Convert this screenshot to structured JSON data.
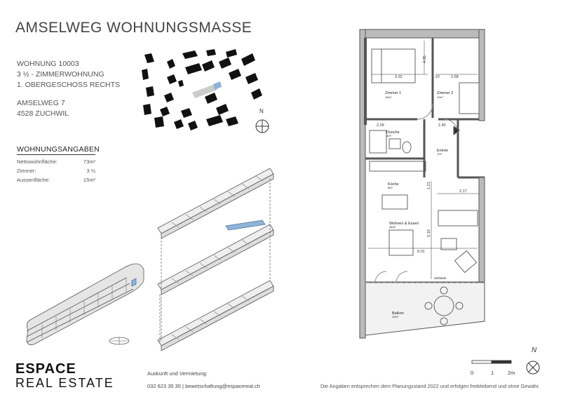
{
  "title": "AMSELWEG WOHNUNGSMASSE",
  "unit": {
    "number": "WOHNUNG 10003",
    "type": "3 ½ - ZIMMERWOHNUNG",
    "floor": "1. OBERGESCHOSS RECHTS",
    "street": "AMSELWEG 7",
    "city": "4528 ZUCHWIL"
  },
  "facts": {
    "heading": "WOHNUNGSANGABEN",
    "rows": [
      {
        "label": "Nettowohnfläche:",
        "value": "73m²"
      },
      {
        "label": "Zimmer:",
        "value": "3 ½"
      },
      {
        "label": "Aussenfläche:",
        "value": "15m²"
      }
    ]
  },
  "north_label": "N",
  "plan": {
    "rooms": {
      "zimmer1": {
        "name": "Zimmer 1",
        "area": "15m²"
      },
      "zimmer2": {
        "name": "Zimmer 2",
        "area": "11m²"
      },
      "dusche": {
        "name": "Dusche",
        "area": "4m²"
      },
      "entree": {
        "name": "Entrée",
        "area": "7m²"
      },
      "kueche": {
        "name": "Küche",
        "area": "8m²"
      },
      "wohnen": {
        "name": "Wohnen & Essen",
        "area": "28m²"
      },
      "balkon": {
        "name": "Balkon",
        "area": "15m²"
      },
      "sitzbank": "Sitzbank"
    },
    "dims": [
      "3.32",
      "4.35",
      ".10",
      "2.58",
      "2.29",
      "1.40",
      "2.17",
      "5.10",
      "6.01",
      "1.21"
    ]
  },
  "scale": {
    "labels": [
      "0",
      "1",
      "2m"
    ]
  },
  "logo": {
    "line1": "ESPACE",
    "line2": "REAL ESTATE"
  },
  "contact": {
    "heading": "Auskunft und Vermietung:",
    "line": "032 623 35 35 | bewirtschaftung@espacereal.ch"
  },
  "disclaimer": "Die Angaben entsprechen dem Planungsstand 2022 und erfolgen freibleibend und ohne Gewähr.",
  "colors": {
    "highlight": "#8fb3d9",
    "wall": "#555555"
  }
}
